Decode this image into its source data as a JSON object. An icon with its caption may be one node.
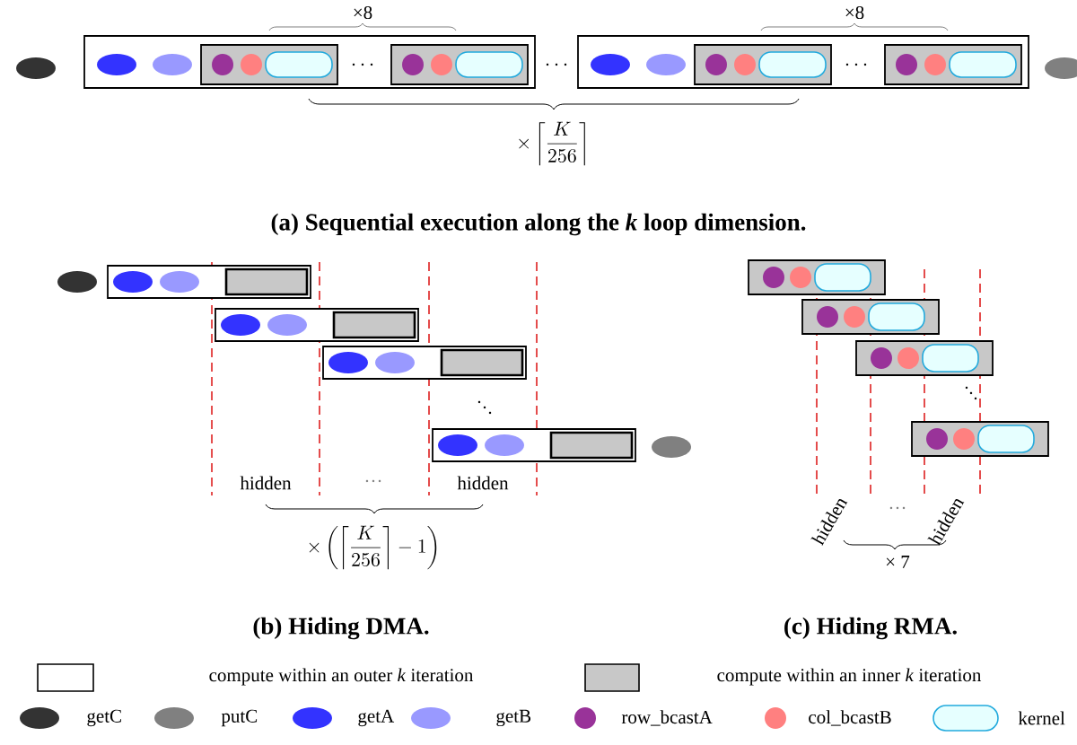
{
  "diagram": {
    "labels": [
      "×8",
      "×8",
      "\\times\\left\\lceil\\frac{K}{256}\\right\\rceil",
      "(a) Sequential execution along the *k* loop dimension.",
      "hidden",
      "…",
      "hidden",
      "\\times\\left(\\left\\lceil\\frac{K}{256}\\right\\rceil-1\\right)",
      "hidden",
      "…",
      "hidden",
      "× 7",
      "(b) Hiding DMA.",
      "(c) Hiding RMA."
    ],
    "legend": [
      {
        "text": "compute within an outer *k* iteration"
      },
      {
        "text": "compute within an inner *k* iteration",
        "color": "#c8c8c8"
      },
      {
        "text": "getC",
        "color": "#333333"
      },
      {
        "text": "putC",
        "color": "#808080"
      },
      {
        "text": "getA",
        "color": "#3333ff"
      },
      {
        "text": "getB",
        "color": "#9999ff"
      },
      {
        "text": "row_bcastA",
        "color": "#993399"
      },
      {
        "text": "col_bcastB",
        "color": "#ff8080"
      },
      {
        "text": "kernel",
        "color": "#e6ffff"
      }
    ]
  }
}
